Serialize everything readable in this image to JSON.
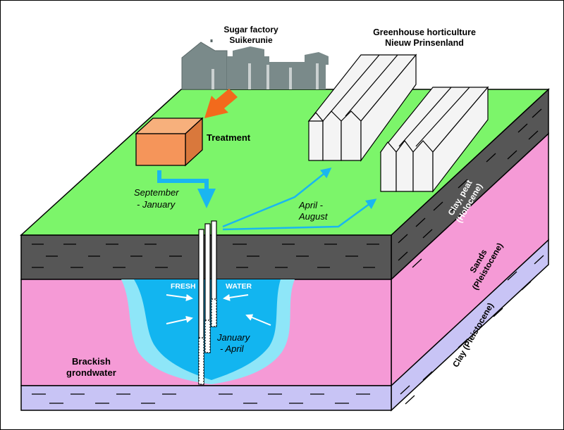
{
  "labels": {
    "sugar_factory_line1": "Sugar factory",
    "sugar_factory_line2": "Suikerunie",
    "greenhouse_line1": "Greenhouse horticulture",
    "greenhouse_line2": "Nieuw Prinsenland",
    "treatment": "Treatment",
    "september": "September",
    "january_dash": "- January",
    "april_dash": "April -",
    "august": "August",
    "fresh": "FRESH",
    "water": "WATER",
    "january": "January",
    "april": "- April",
    "brackish_line1": "Brackish",
    "brackish_line2": "grondwater",
    "clay_peat_line1": "Clay, peat",
    "clay_peat_line2": "(Holocene)",
    "sands_line1": "Sands",
    "sands_line2": "(Pleistocene)",
    "clay_pleistocene": "Clay (Pleistocene)"
  },
  "colors": {
    "surface": "#7cf56a",
    "clay_peat": "#565656",
    "sands": "#f59ad6",
    "clay_pleistocene": "#c8c4f5",
    "fresh_water_core": "#12b5f0",
    "fresh_water_halo": "#8ee6f8",
    "flow_arrow": "#1ab6f0",
    "input_arrow": "#f26a1c",
    "treatment_box": "#f5955a",
    "factory": "#7a8a8a",
    "greenhouse": "#f4f4f4"
  }
}
